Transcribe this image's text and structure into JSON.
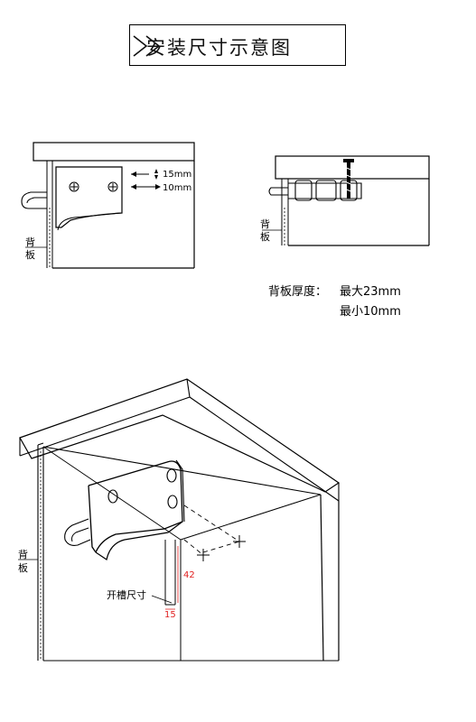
{
  "title": "安装尺寸示意图",
  "diagram1": {
    "dim_top": "15mm",
    "dim_bottom": "10mm",
    "back_panel_label_1": "背",
    "back_panel_label_2": "板"
  },
  "diagram2": {
    "back_panel_label_1": "背",
    "back_panel_label_2": "板"
  },
  "thickness": {
    "label": "背板厚度：",
    "max": "最大23mm",
    "min": "最小10mm"
  },
  "diagram3": {
    "back_panel_label_1": "背",
    "back_panel_label_2": "板",
    "slot_label": "开槽尺寸",
    "slot_depth": "42",
    "slot_width": "15",
    "dim_color": "#e02020"
  }
}
